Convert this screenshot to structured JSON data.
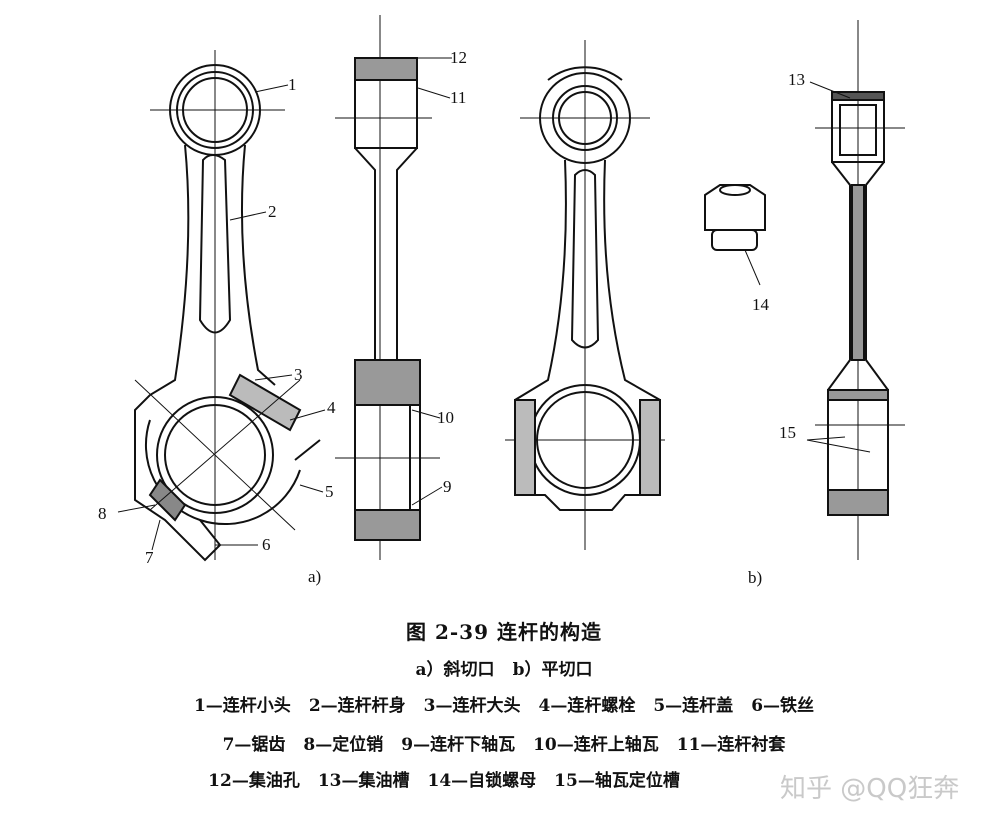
{
  "figure": {
    "title": "图 2-39   连杆的构造",
    "subtitle": [
      "a）斜切口",
      "b）平切口"
    ],
    "part_labels": [
      "1",
      "2",
      "3",
      "4",
      "5",
      "6",
      "7",
      "8",
      "9",
      "10",
      "11",
      "12",
      "13",
      "14",
      "15"
    ],
    "view_labels": {
      "a": "a)",
      "b": "b)"
    },
    "legend_lines": [
      [
        "1—连杆小头",
        "2—连杆杆身",
        "3—连杆大头",
        "4—连杆螺栓",
        "5—连杆盖",
        "6—铁丝"
      ],
      [
        "7—锯齿",
        "8—定位销",
        "9—连杆下轴瓦",
        "10—连杆上轴瓦",
        "11—连杆衬套"
      ],
      [
        "12—集油孔",
        "13—集油槽",
        "14—自锁螺母",
        "15—轴瓦定位槽"
      ]
    ],
    "watermark": "知乎 @QQ狂奔"
  }
}
